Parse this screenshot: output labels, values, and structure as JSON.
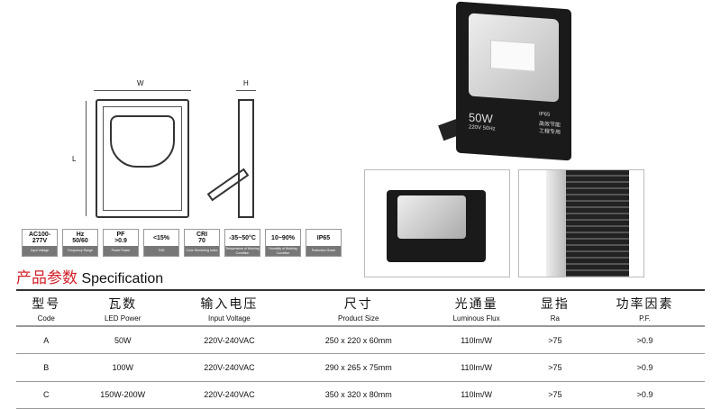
{
  "drawing": {
    "width_label": "W",
    "length_label": "L",
    "height_label": "H"
  },
  "product_label": {
    "power": "50W",
    "voltage": "220V 50Hz",
    "ip": "IP65",
    "cn1": "高效节能",
    "cn2": "工程专用"
  },
  "icons": [
    {
      "name": "input-voltage",
      "top": "AC100-277V",
      "bottom": "Input Voltage"
    },
    {
      "name": "frequency",
      "top": "Hz\n50/60",
      "bottom": "Frequency Range"
    },
    {
      "name": "power-factor",
      "top": "PF\n>0.9",
      "bottom": "Power Factor"
    },
    {
      "name": "thd",
      "top": "<15%",
      "bottom": "THD"
    },
    {
      "name": "cri",
      "top": "CRI\n70",
      "bottom": "Color Rendering Index"
    },
    {
      "name": "temperature",
      "top": "-35~50°C",
      "bottom": "Temperature of Working Condition"
    },
    {
      "name": "humidity",
      "top": "10~90%",
      "bottom": "Humidity of Working Condition"
    },
    {
      "name": "protection",
      "top": "IP65",
      "bottom": "Protection Grade"
    }
  ],
  "section": {
    "title_cn": "产品参数",
    "title_en": "Specification"
  },
  "table": {
    "headers": [
      {
        "cn": "型号",
        "en": "Code"
      },
      {
        "cn": "瓦数",
        "en": "LED Power"
      },
      {
        "cn": "输入电压",
        "en": "Input Voltage"
      },
      {
        "cn": "尺寸",
        "en": "Product Size"
      },
      {
        "cn": "光通量",
        "en": "Luminous Flux"
      },
      {
        "cn": "显指",
        "en": "Ra"
      },
      {
        "cn": "功率因素",
        "en": "P.F."
      }
    ],
    "rows": [
      [
        "A",
        "50W",
        "220V-240VAC",
        "250 x 220 x 60mm",
        "110lm/W",
        ">75",
        ">0.9"
      ],
      [
        "B",
        "100W",
        "220V-240VAC",
        "290 x 265 x 75mm",
        "110lm/W",
        ">75",
        ">0.9"
      ],
      [
        "C",
        "150W-200W",
        "220V-240VAC",
        "350 x 320 x 80mm",
        "110lm/W",
        ">75",
        ">0.9"
      ]
    ]
  }
}
